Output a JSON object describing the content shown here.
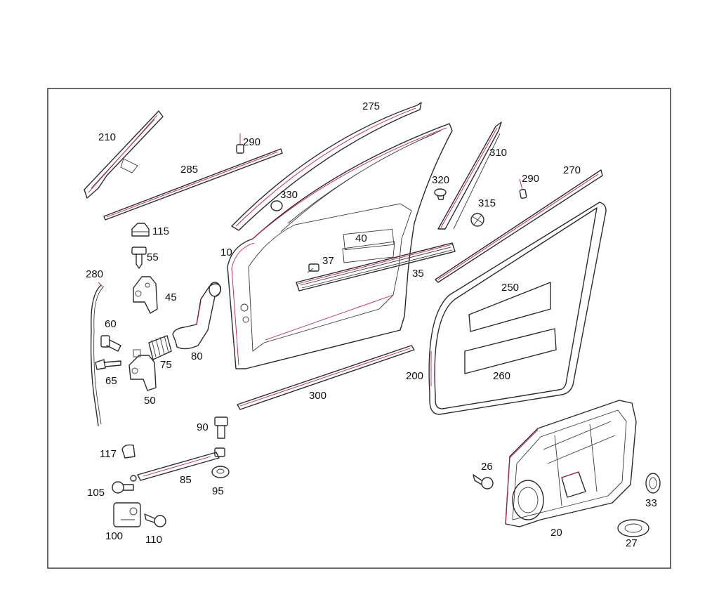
{
  "colors": {
    "outline": "#2b2b2b",
    "highlight": "#c8185a",
    "background": "#ffffff"
  },
  "callouts": {
    "p10": "10",
    "p20": "20",
    "p26": "26",
    "p27": "27",
    "p33": "33",
    "p35": "35",
    "p37": "37",
    "p40": "40",
    "p45": "45",
    "p50": "50",
    "p55": "55",
    "p60": "60",
    "p65": "65",
    "p75": "75",
    "p80": "80",
    "p85": "85",
    "p90": "90",
    "p95": "95",
    "p100": "100",
    "p105": "105",
    "p110": "110",
    "p115": "115",
    "p117": "117",
    "p200": "200",
    "p210": "210",
    "p250": "250",
    "p260": "260",
    "p270": "270",
    "p275": "275",
    "p280": "280",
    "p285": "285",
    "p290a": "290",
    "p290b": "290",
    "p300": "300",
    "p310": "310",
    "p315": "315",
    "p320": "320",
    "p330": "330"
  }
}
